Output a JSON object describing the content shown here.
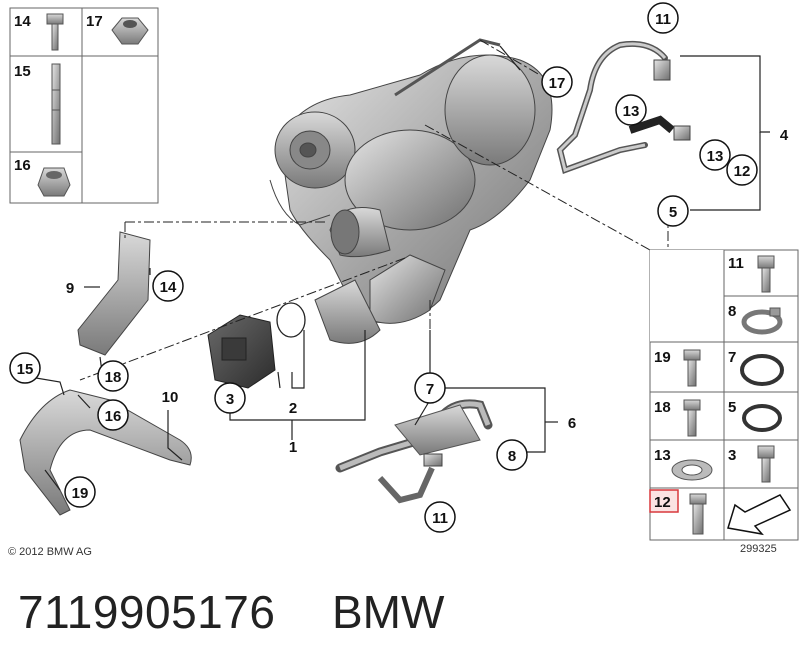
{
  "diagram": {
    "copyright": "© 2012 BMW AG",
    "image_number": "299325",
    "callouts": {
      "c1": "1",
      "c2": "2",
      "c3": "3",
      "c4": "4",
      "c5": "5",
      "c6": "6",
      "c7": "7",
      "c8": "8",
      "c9": "9",
      "c10": "10",
      "c11a": "11",
      "c11b": "11",
      "c12": "12",
      "c13a": "13",
      "c13b": "13",
      "c14": "14",
      "c15": "15",
      "c16": "16",
      "c17": "17",
      "c18": "18",
      "c19": "19"
    },
    "left_table": [
      "14",
      "17",
      "15",
      "16"
    ],
    "right_table": [
      "11",
      "8",
      "19",
      "7",
      "18",
      "5",
      "13",
      "3",
      "12"
    ]
  },
  "footer": {
    "part_number": "7119905176",
    "brand": "BMW"
  },
  "colors": {
    "highlight": "#d8383d",
    "highlight_fill": "#fbe3e3",
    "line": "#222222"
  }
}
